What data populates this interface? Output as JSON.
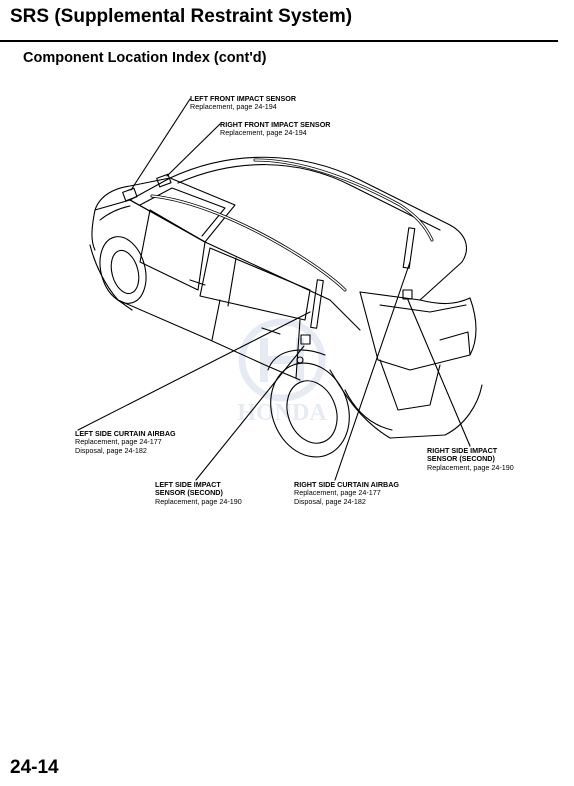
{
  "header": {
    "title": "SRS (Supplemental Restraint System)",
    "subtitle": "Component Location Index (cont'd)"
  },
  "callouts": [
    {
      "id": "left-front-impact-sensor",
      "heading": "LEFT FRONT IMPACT SENSOR",
      "lines": [
        "Replacement, page 24-194"
      ]
    },
    {
      "id": "right-front-impact-sensor",
      "heading": "RIGHT FRONT IMPACT SENSOR",
      "lines": [
        "Replacement, page 24-194"
      ]
    },
    {
      "id": "left-side-curtain-airbag",
      "heading": "LEFT SIDE CURTAIN AIRBAG",
      "lines": [
        "Replacement, page 24-177",
        "Disposal, page 24-182"
      ]
    },
    {
      "id": "left-side-impact-sensor-second",
      "heading": "LEFT SIDE IMPACT",
      "heading2": "SENSOR (SECOND)",
      "lines": [
        "Replacement, page 24-190"
      ]
    },
    {
      "id": "right-side-curtain-airbag",
      "heading": "RIGHT SIDE CURTAIN AIRBAG",
      "lines": [
        "Replacement, page 24-177",
        "Disposal, page 24-182"
      ]
    },
    {
      "id": "right-side-impact-sensor-second",
      "heading": "RIGHT SIDE IMPACT",
      "heading2": "SENSOR (SECOND)",
      "lines": [
        "Replacement, page 24-190"
      ]
    }
  ],
  "footer": {
    "page_number": "24-14"
  },
  "watermark": {
    "text": "HONDA"
  }
}
